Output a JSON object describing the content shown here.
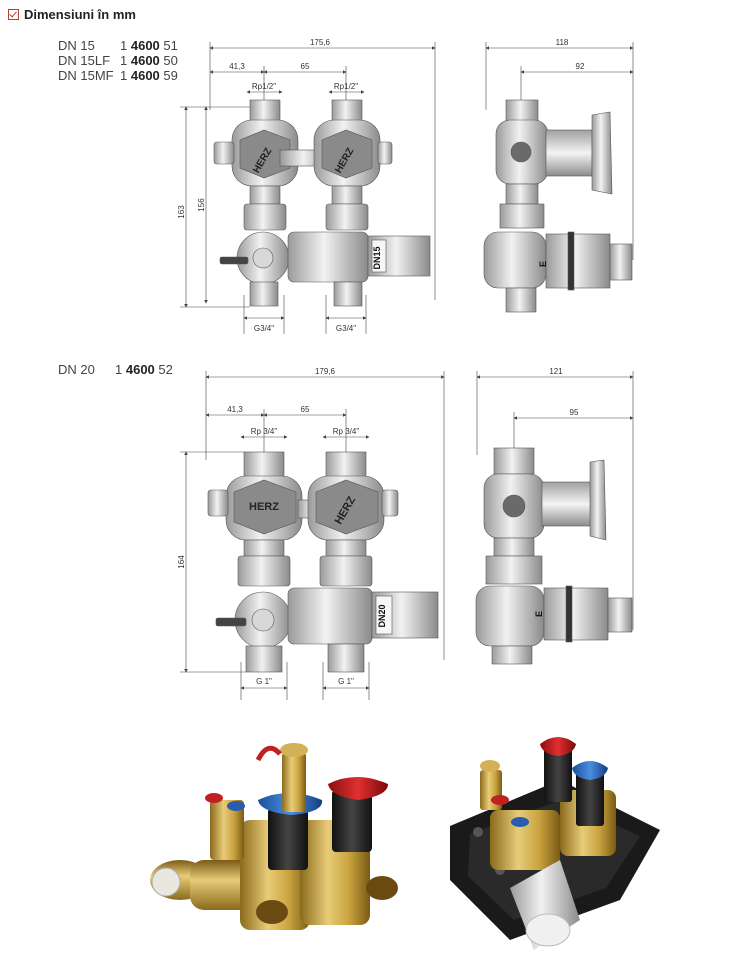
{
  "header": {
    "title": "Dimensiuni în mm"
  },
  "codes_dn15": [
    {
      "dn": "DN 15",
      "prefix": "1",
      "code": "4600",
      "suffix": "51"
    },
    {
      "dn": "DN 15LF",
      "prefix": "1",
      "code": "4600",
      "suffix": "50"
    },
    {
      "dn": "DN 15MF",
      "prefix": "1",
      "code": "4600",
      "suffix": "59"
    }
  ],
  "codes_dn20": [
    {
      "dn": "DN 20",
      "prefix": "1",
      "code": "4600",
      "suffix": "52"
    }
  ],
  "drawing1": {
    "width_total": "175,6",
    "width_left": "41,3",
    "width_pitch": "65",
    "height_total": "163",
    "height_inner": "156",
    "thread_top_left": "Rp1/2\"",
    "thread_top_right": "Rp1/2\"",
    "thread_bottom_left": "G3/4\"",
    "thread_bottom_right": "G3/4\"",
    "brand": "HERZ",
    "size_label": "DN15"
  },
  "side1": {
    "width_total": "118",
    "width_handle": "92",
    "mark": "E"
  },
  "drawing2": {
    "width_total": "179,6",
    "width_left": "41,3",
    "width_pitch": "65",
    "height_total": "164",
    "thread_top_left": "Rp 3/4\"",
    "thread_top_right": "Rp 3/4\"",
    "thread_bottom_left": "G 1\"",
    "thread_bottom_right": "G 1\"",
    "brand": "HERZ",
    "size_label": "DN20"
  },
  "side2": {
    "width_total": "121",
    "width_handle": "95",
    "mark": "E"
  }
}
